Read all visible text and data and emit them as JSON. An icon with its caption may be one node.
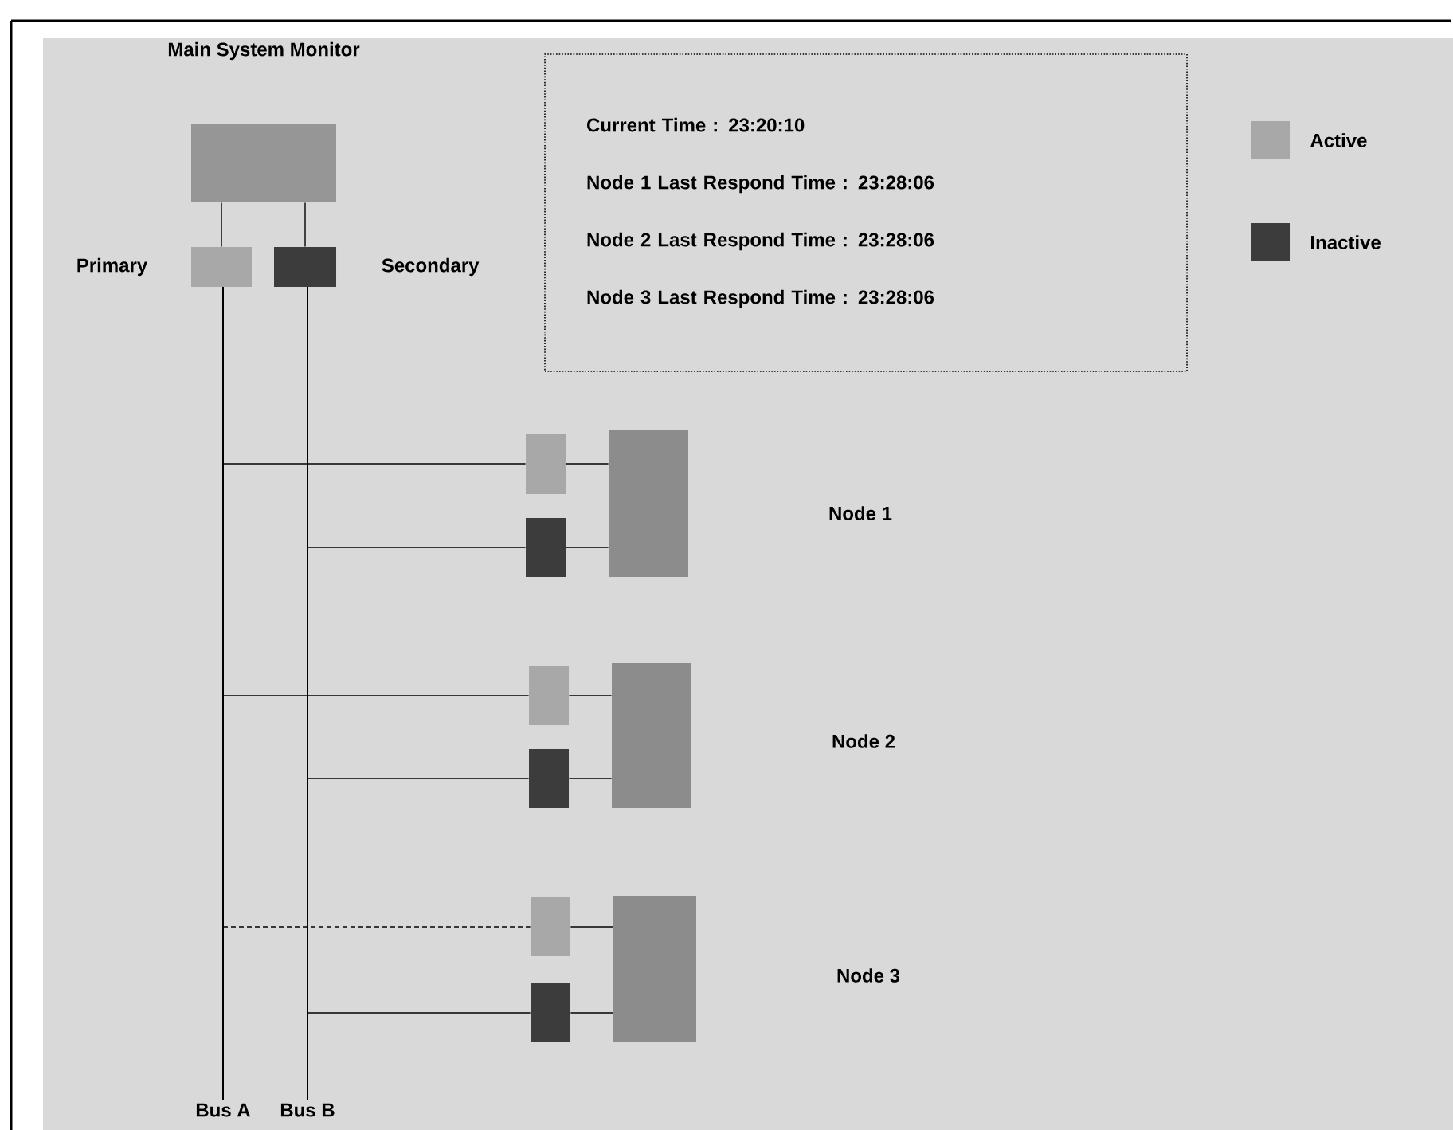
{
  "diagram": {
    "nodes": [
      {
        "text": [
          "Main System Monitor"
        ]
      },
      {
        "text": [],
        "shape": "box",
        "beside": [
          "Primary"
        ]
      },
      {
        "text": [],
        "shape": "box",
        "beside": [
          "Secondary"
        ]
      },
      {
        "text": [
          "Current Time :  23:20:10",
          "Node 1 Last Respond Time :  23:28:06",
          "Node 2 Last Respond Time :  23:28:06",
          "Node 3 Last Respond Time :  23:28:06"
        ]
      },
      {
        "text": [
          "Bus A"
        ]
      },
      {
        "text": [
          "Bus B"
        ]
      },
      {
        "text": [],
        "shape": "box"
      },
      {
        "text": [],
        "shape": "box"
      },
      {
        "text": [],
        "shape": "box"
      },
      {
        "text": [],
        "shape": "box"
      },
      {
        "text": [],
        "shape": "box"
      },
      {
        "text": [],
        "shape": "box"
      },
      {
        "text": [],
        "shape": "box"
      },
      {
        "text": [],
        "shape": "box"
      },
      {
        "text": [],
        "shape": "box"
      }
    ],
    "labels": [
      "Node 1",
      "Node 2",
      "Node 3"
    ],
    "edges": [
      {
        "from": 0,
        "to": 1,
        "arrow": "none"
      },
      {
        "from": 0,
        "to": 2,
        "arrow": "none"
      },
      {
        "from": 4,
        "to": 6,
        "arrow": "none"
      },
      {
        "from": 6,
        "to": 8,
        "arrow": "none"
      },
      {
        "from": 5,
        "to": 7,
        "arrow": "none"
      },
      {
        "from": 7,
        "to": 8,
        "arrow": "none"
      },
      {
        "from": 4,
        "to": 9,
        "arrow": "none"
      },
      {
        "from": 9,
        "to": 11,
        "arrow": "none"
      },
      {
        "from": 5,
        "to": 10,
        "arrow": "none"
      },
      {
        "from": 10,
        "to": 11,
        "arrow": "none"
      },
      {
        "from": 4,
        "to": 12,
        "arrow": "none",
        "style": "dashed"
      },
      {
        "from": 12,
        "to": 14,
        "arrow": "none"
      },
      {
        "from": 5,
        "to": 13,
        "arrow": "none"
      },
      {
        "from": 13,
        "to": 14,
        "arrow": "none"
      }
    ],
    "legend": [
      {
        "text": "Active",
        "color": "#a8a8a8"
      },
      {
        "text": "Inactive",
        "color": "#3c3c3c"
      }
    ]
  }
}
